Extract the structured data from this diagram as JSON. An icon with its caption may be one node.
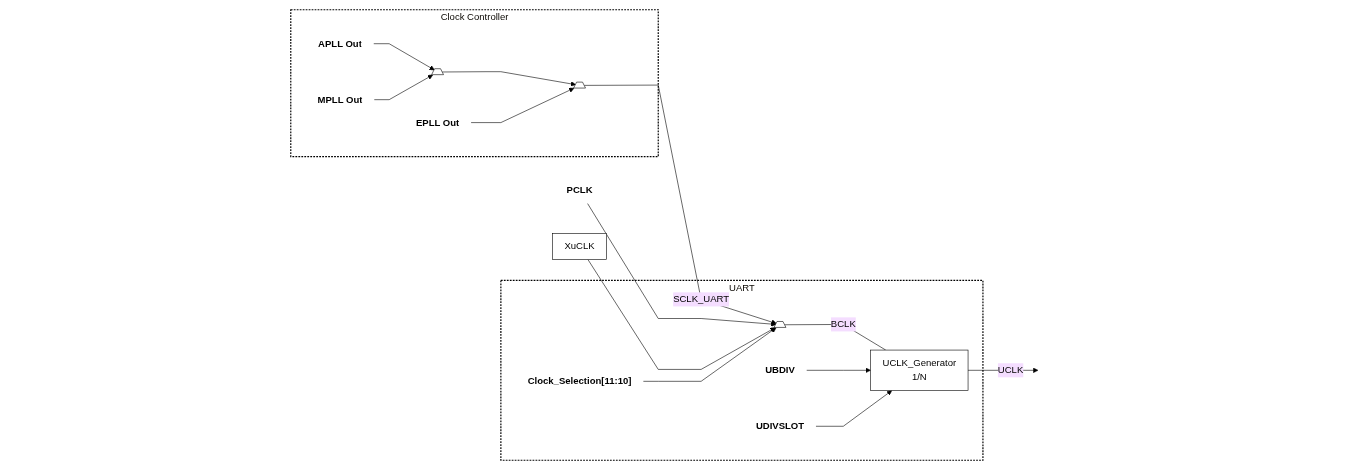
{
  "diagram": {
    "nodes": [
      {
        "text": [
          "Clock Controller"
        ]
      },
      {
        "text": [
          "APLL Out"
        ],
        "in": 0
      },
      {
        "text": [
          "MPLL Out"
        ],
        "in": 0
      },
      {
        "text": [
          "EPLL Out"
        ],
        "in": 0
      },
      {
        "text": [],
        "shape": "trapezoid",
        "in": 0
      },
      {
        "text": [],
        "shape": "trapezoid",
        "in": 0
      },
      {
        "text": [
          "UART"
        ]
      },
      {
        "text": [],
        "shape": "trapezoid",
        "in": 6
      },
      {
        "text": [
          "PCLK"
        ]
      },
      {
        "text": [
          "UCLK_Generator",
          "1/N"
        ],
        "in": 6
      },
      {
        "text": [
          "UBDIV"
        ],
        "in": 6
      },
      {
        "text": [
          "UDIVSLOT"
        ],
        "in": 6
      },
      {
        "text": [
          "Clock_Selection[11:10]"
        ],
        "in": 6
      },
      {
        "text": [
          "XuCLK"
        ]
      }
    ],
    "edges": [
      {
        "from": 1,
        "to": 4,
        "arrow": "to"
      },
      {
        "from": 2,
        "to": 4,
        "arrow": "to"
      },
      {
        "from": 4,
        "to": 5,
        "arrow": "to"
      },
      {
        "from": 3,
        "to": 5,
        "arrow": "to"
      },
      {
        "from": 5,
        "to": 7,
        "arrow": "to",
        "label": "SCLK_UART"
      },
      {
        "from": 8,
        "to": 7,
        "arrow": "to"
      },
      {
        "from": 13,
        "to": 7,
        "arrow": "to"
      },
      {
        "from": 12,
        "to": 7,
        "arrow": "to"
      },
      {
        "from": 7,
        "to": 9,
        "arrow": "none",
        "label": "BCLK"
      },
      {
        "from": 10,
        "to": 9,
        "arrow": "to"
      },
      {
        "from": 11,
        "to": 9,
        "arrow": "to"
      },
      {
        "from": 9,
        "to": null,
        "arrow": "to",
        "label": "UCLK"
      }
    ]
  }
}
